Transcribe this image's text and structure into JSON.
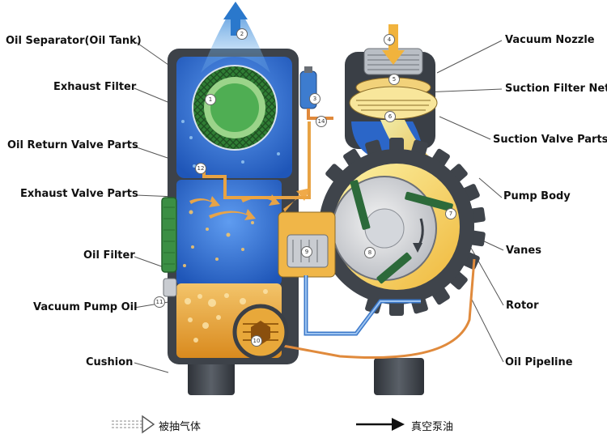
{
  "colors": {
    "tank_blue": "#2d6fd1",
    "dark_body": "#3a3f46",
    "oil_orange": "#e8a83a",
    "air_yellow": "#f3e46a",
    "pipe_orange": "#e08a3c",
    "filter_green": "#3f9a45"
  },
  "labels_left": [
    {
      "id": "oil-separator",
      "text": "Oil Separator(Oil Tank)"
    },
    {
      "id": "exhaust-filter",
      "text": "Exhaust Filter"
    },
    {
      "id": "oil-return-valve",
      "text": "Oil Return Valve Parts"
    },
    {
      "id": "exhaust-valve",
      "text": "Exhaust Valve Parts"
    },
    {
      "id": "oil-filter",
      "text": "Oil Filter"
    },
    {
      "id": "vacuum-pump-oil",
      "text": "Vacuum Pump Oil"
    },
    {
      "id": "cushion",
      "text": "Cushion"
    }
  ],
  "labels_right": [
    {
      "id": "vacuum-nozzle",
      "text": "Vacuum Nozzle"
    },
    {
      "id": "suction-filter-net",
      "text": "Suction Filter Net"
    },
    {
      "id": "suction-valve",
      "text": "Suction Valve Parts"
    },
    {
      "id": "pump-body",
      "text": "Pump Body"
    },
    {
      "id": "vanes",
      "text": "Vanes"
    },
    {
      "id": "rotor",
      "text": "Rotor"
    },
    {
      "id": "oil-pipeline",
      "text": "Oil Pipeline"
    }
  ],
  "callout_numbers": [
    "1",
    "2",
    "3",
    "4",
    "5",
    "6",
    "7",
    "8",
    "9",
    "10",
    "11",
    "12",
    "14"
  ],
  "legend": {
    "extracted_gas": "被抽气体",
    "vacuum_oil": "真空泵油"
  }
}
